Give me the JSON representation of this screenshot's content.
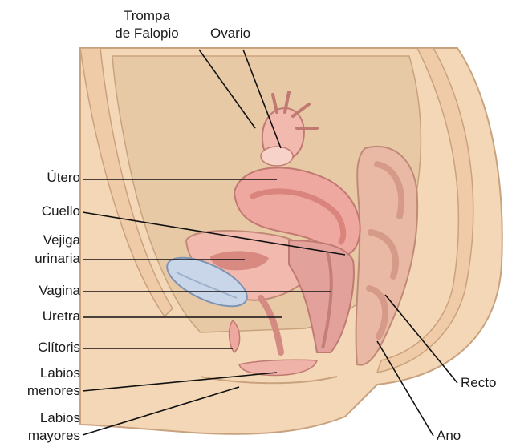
{
  "labels": {
    "trompa_l1": "Trompa",
    "trompa_l2": "de Falopio",
    "ovario": "Ovario",
    "utero": "Útero",
    "cuello": "Cuello",
    "vejiga_l1": "Vejiga",
    "vejiga_l2": "urinaria",
    "vagina": "Vagina",
    "uretra": "Uretra",
    "clitoris": "Clítoris",
    "labios_menores_l1": "Labios",
    "labios_menores_l2": "menores",
    "labios_mayores_l1": "Labios",
    "labios_mayores_l2": "mayores",
    "recto": "Recto",
    "ano": "Ano"
  },
  "colors": {
    "body_fill": "#f4d7b6",
    "body_outline": "#c9a27e",
    "cavity": "#e8c9a6",
    "uterus": "#efa8a0",
    "uterus_inner": "#d9857e",
    "bladder": "#f2b9ae",
    "bladder_cavity": "#d98a80",
    "rectum": "#e9b9a6",
    "rectum_inner": "#d59b88",
    "vagina": "#e3a19b",
    "bone": "#c9d6ea",
    "line": "#111111",
    "text": "#1a1a1a"
  }
}
